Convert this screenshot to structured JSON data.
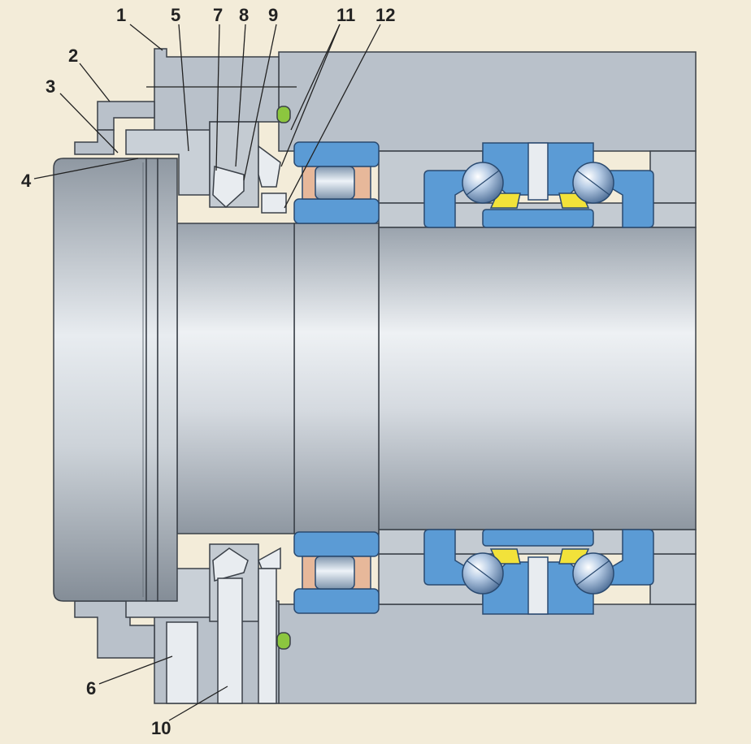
{
  "diagram": {
    "callouts": [
      {
        "id": "c1",
        "label": "1"
      },
      {
        "id": "c2",
        "label": "2"
      },
      {
        "id": "c3",
        "label": "3"
      },
      {
        "id": "c4",
        "label": "4"
      },
      {
        "id": "c5",
        "label": "5"
      },
      {
        "id": "c6",
        "label": "6"
      },
      {
        "id": "c7",
        "label": "7"
      },
      {
        "id": "c8",
        "label": "8"
      },
      {
        "id": "c9",
        "label": "9"
      },
      {
        "id": "c10",
        "label": "10"
      },
      {
        "id": "c11",
        "label": "11"
      },
      {
        "id": "c12",
        "label": "12"
      }
    ],
    "colors": {
      "background": "#f3ecd9",
      "housing": "#b9c1ca",
      "housing_edge": "#3a4048",
      "shaft_light": "#eef1f4",
      "shaft_dark": "#8e97a1",
      "bearing_ring": "#5b9bd5",
      "ball": "#a9c6e8",
      "cage": "#f2e23a",
      "roller_cage": "#e7b89a",
      "oring": "#8cc63f"
    }
  }
}
